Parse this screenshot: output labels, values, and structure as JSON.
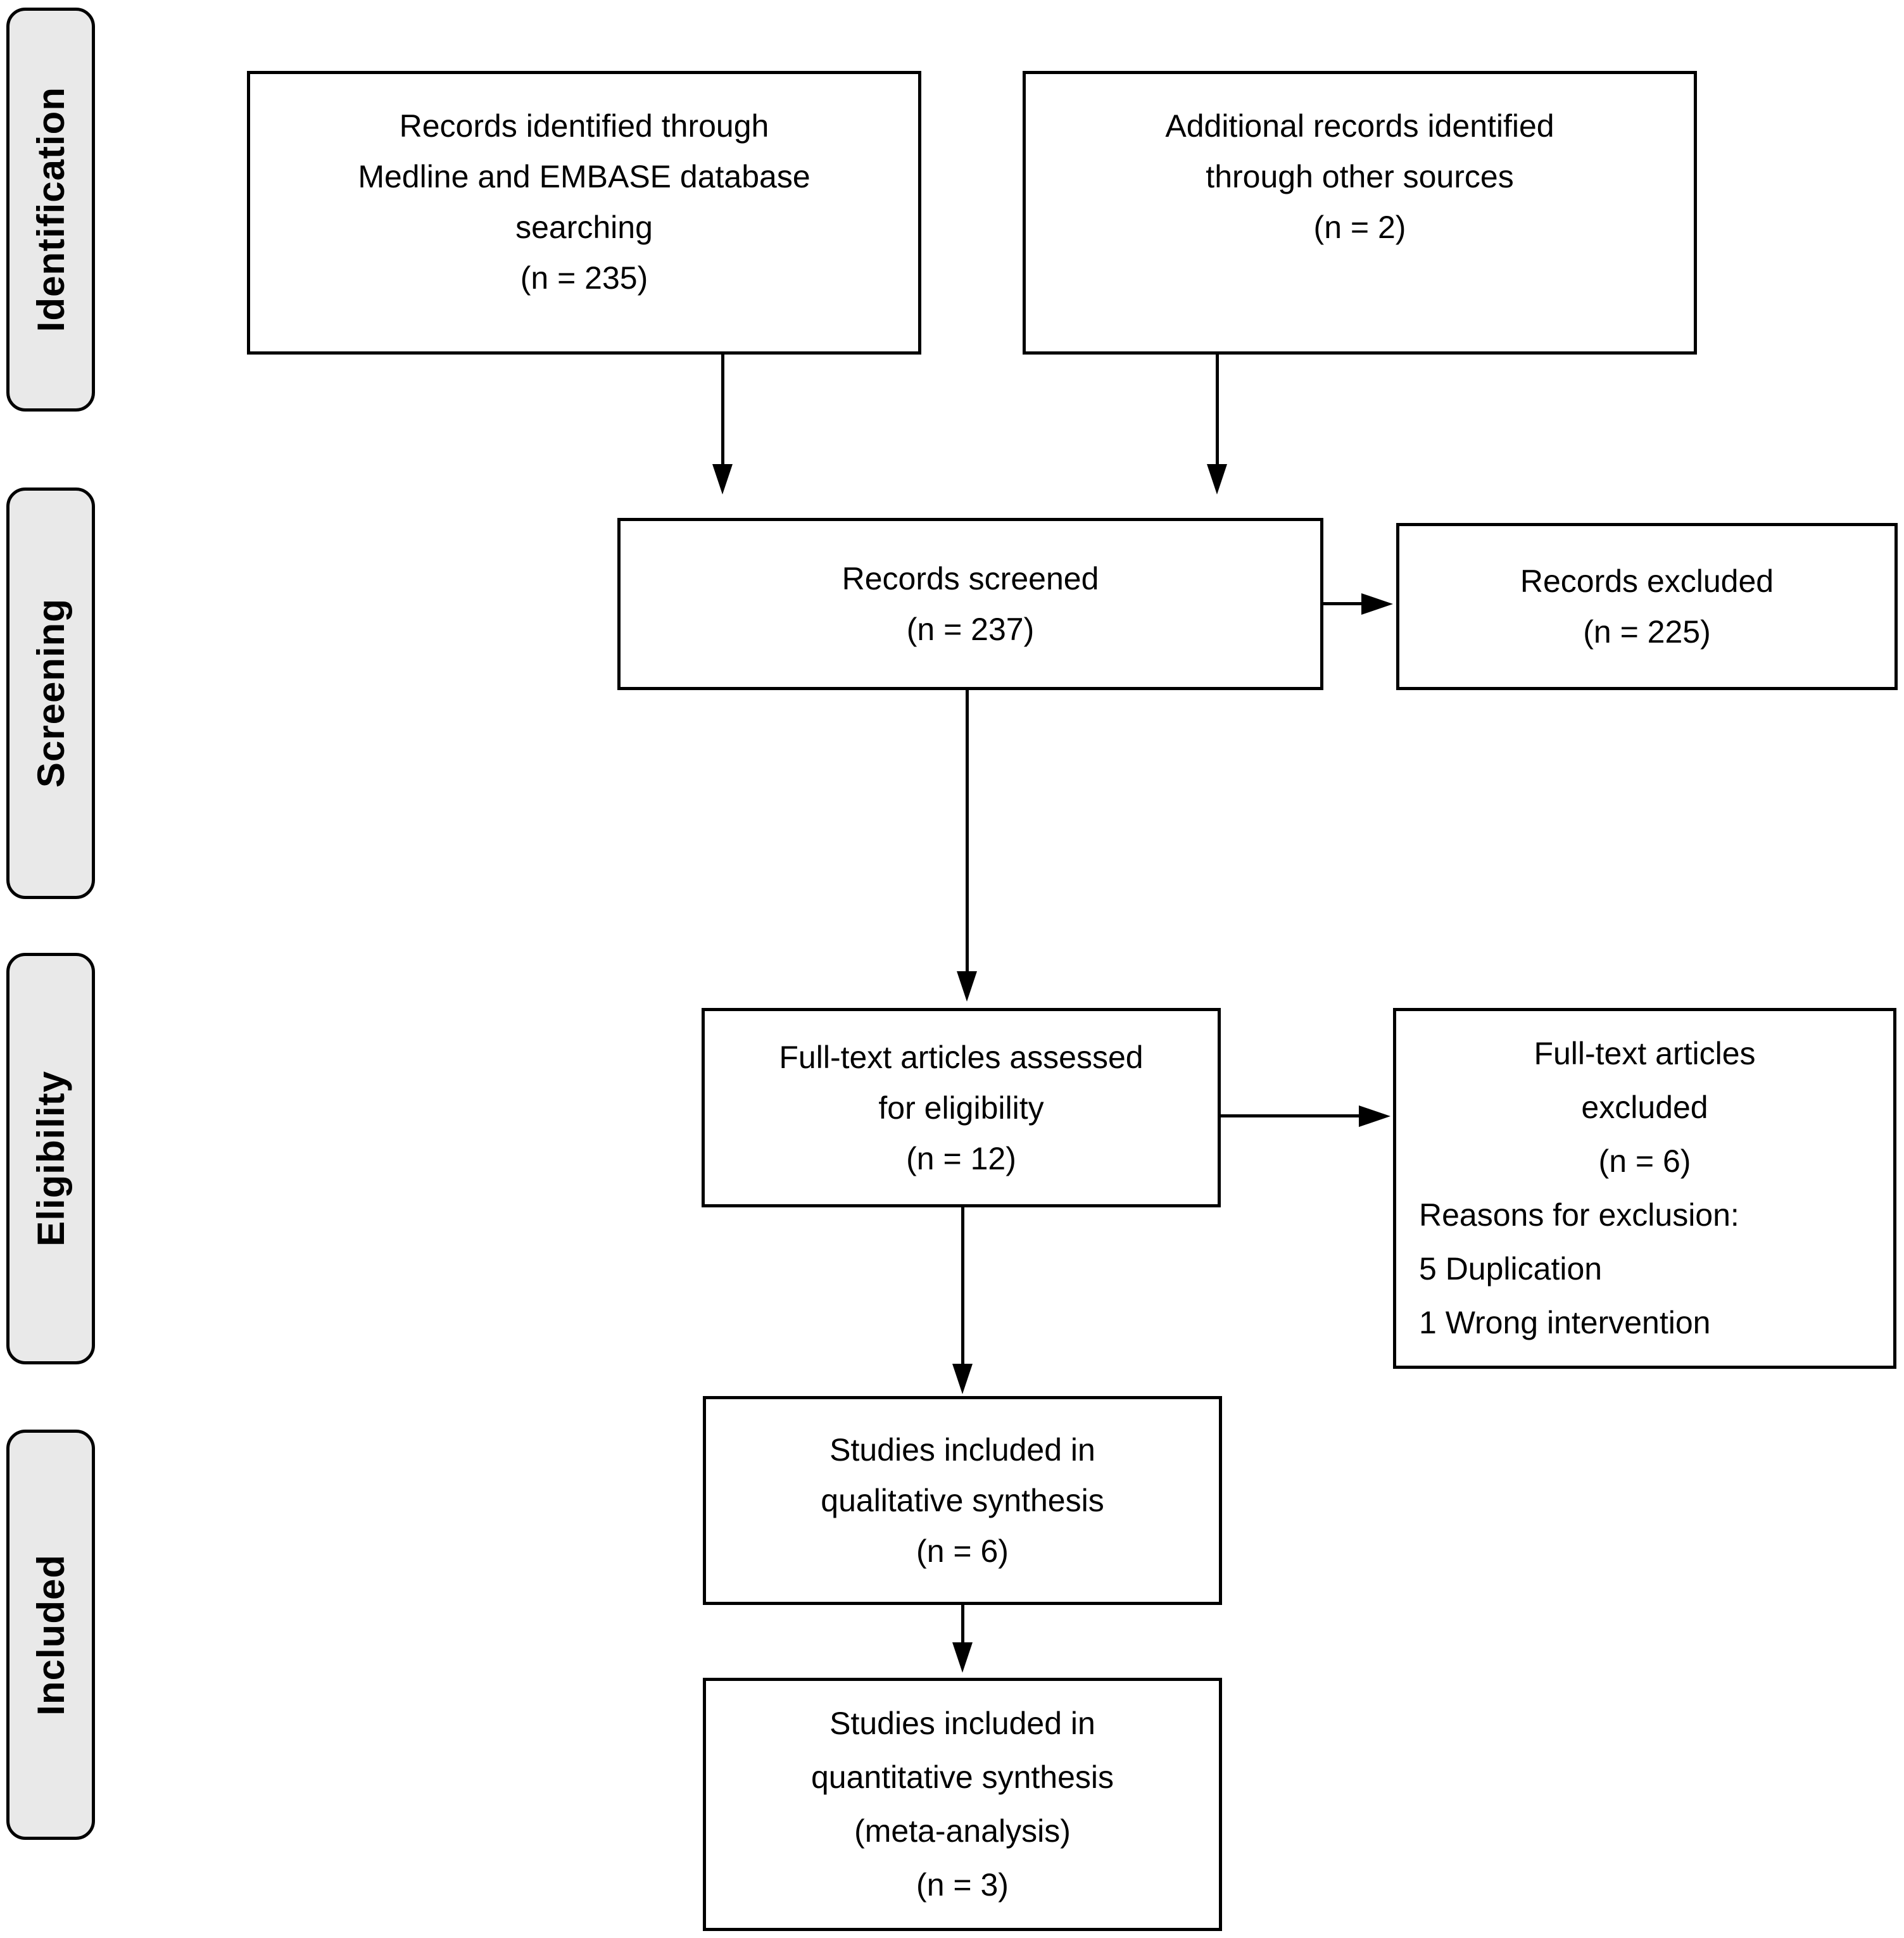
{
  "stages": [
    {
      "label": "Identification"
    },
    {
      "label": "Screening"
    },
    {
      "label": "Eligibility"
    },
    {
      "label": "Included"
    }
  ],
  "boxes": {
    "records_identified": {
      "lines": [
        "Records identified through",
        "Medline and EMBASE database",
        "searching",
        "(n = 235)"
      ]
    },
    "additional_records": {
      "lines": [
        "Additional records identified",
        "through other sources",
        "(n = 2)"
      ]
    },
    "records_screened": {
      "lines": [
        "Records screened",
        "(n = 237)"
      ]
    },
    "records_excluded": {
      "lines": [
        "Records excluded",
        "(n = 225)"
      ]
    },
    "fulltext_assessed": {
      "lines": [
        "Full-text articles assessed",
        "for eligibility",
        "(n = 12)"
      ]
    },
    "fulltext_excluded": {
      "lines": [
        "Full-text articles",
        "excluded",
        "(n = 6)",
        "Reasons for exclusion:",
        "5 Duplication",
        "1 Wrong intervention"
      ]
    },
    "qualitative_synthesis": {
      "lines": [
        "Studies included in",
        "qualitative synthesis",
        "(n = 6)"
      ]
    },
    "quantitative_synthesis": {
      "lines": [
        "Studies included in",
        "quantitative synthesis",
        "(meta-analysis)",
        "(n = 3)"
      ]
    }
  },
  "colors": {
    "background": "#ffffff",
    "box_fill": "#ffffff",
    "stage_fill": "#e9e9e9",
    "border": "#000000",
    "text": "#000000"
  }
}
